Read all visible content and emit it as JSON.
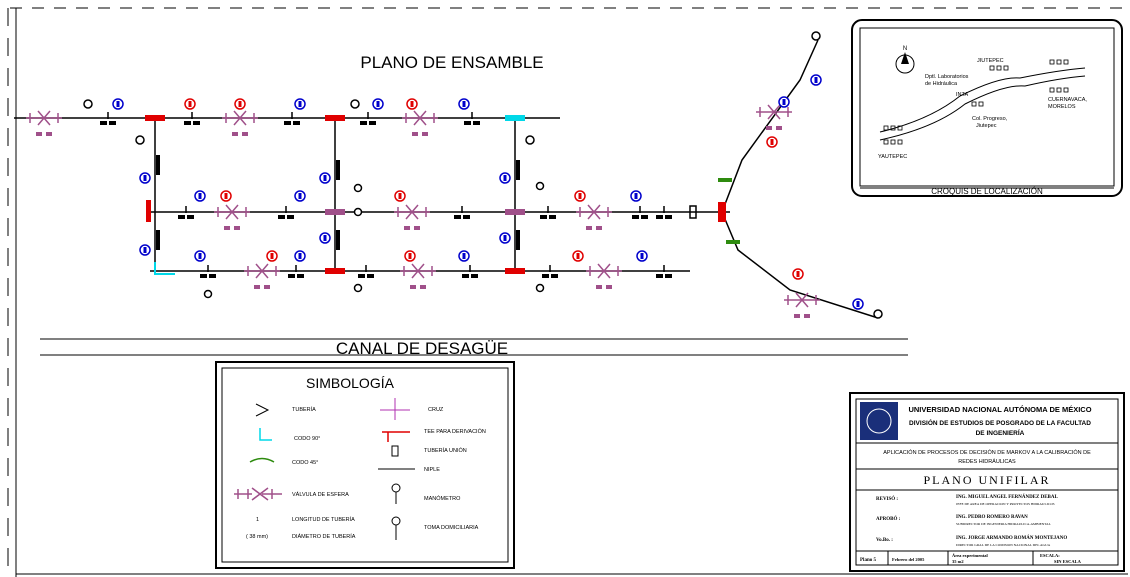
{
  "main": {
    "title": "PLANO DE ENSAMBLE",
    "canal": "CANAL DE DESAGÜE"
  },
  "map": {
    "caption": "CROQUIS DE LOCALIZACIÓN",
    "north": "N",
    "places": {
      "lab": "Dptl. Laboratorios",
      "lab2": "de Hidráulica",
      "jiutepec": "JIUTEPEC",
      "inta": "INTA",
      "cuernavaca": "CUERNAVACA,",
      "morelos": "MORELOS",
      "progreso": "Col. Progreso,",
      "jiutepec2": "Jiutepec",
      "yautepec": "YAUTEPEC"
    }
  },
  "legend": {
    "title": "SIMBOLOGÍA",
    "items": {
      "tuberia": "TUBERÍA",
      "cruz": "CRUZ",
      "codo90": "CODO 90°",
      "tee": "TEE PARA DERIVACIÓN",
      "union": "TUBERÍA UNIÓN",
      "codo45": "CODO 45°",
      "niple": "NIPLE",
      "valvula": "VÁLVULA DE ESFERA",
      "manometro": "MANÓMETRO",
      "long_num": "1",
      "long": "LONGITUD DE TUBERÍA",
      "diam_num": "( 38 mm)",
      "diam": "DIÁMETRO DE TUBERÍA",
      "toma": "TOMA DOMICILIARIA"
    }
  },
  "titleblock": {
    "univ": "UNIVERSIDAD NACIONAL AUTÓNOMA DE MÉXICO",
    "div1": "DIVISIÓN DE ESTUDIOS DE POSGRADO DE LA FACULTAD",
    "div2": "DE INGENIERÍA",
    "app1": "APLICACIÓN DE PROCESOS DE DECISIÓN DE MARKOV A LA CALIBRACIÓN DE",
    "app2": "REDES HIDRÁULICAS",
    "plan": "PLANO   UNIFILAR",
    "r1l": "REVISÓ :",
    "r1n": "ING. MIGUEL ANGEL FERNÁNDEZ DEBAL",
    "r1s": "JEFE DE AREA DE OPERACION Y PROYECTOS HIDRAULICOS",
    "r2l": "APROBÓ :",
    "r2n": "ING. PEDRO ROMERO RAVAN",
    "r2s": "SUBDIRECTOR DE INGENIERIA HIDRAULICA-AMBIENTAL",
    "r3l": "Vo.Bo. :",
    "r3n": "ING. JORGE ARMANDO ROMÁN MONTEJANO",
    "r3s": "DIRECTOR GRAL DE LA COMISION NACIONAL DEL AGUA",
    "plano": "Plano 5",
    "fecha": "Febrero del 2005",
    "area1": "Área experimental",
    "area2": "35 m2",
    "escala1": "ESCALA:",
    "escala2": "SIN ESCALA"
  },
  "colors": {
    "red": "#e00000",
    "blue": "#0000cc",
    "mauve": "#a0508a",
    "cyan": "#00d8e8",
    "green": "#2e8b0f"
  }
}
